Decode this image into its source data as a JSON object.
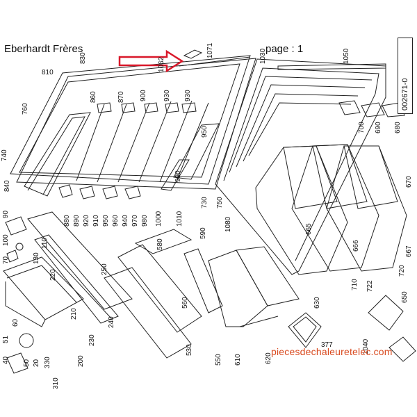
{
  "header": {
    "brand": "Eberhardt Frères",
    "page_label": "page : 1",
    "doc_number": "002671-0"
  },
  "watermark": "piecesdechaleuretelec.com",
  "colors": {
    "arrow": "#d9182a",
    "line": "#222222",
    "watermark": "#d94a1f"
  },
  "parts": {
    "p830": "830",
    "p810": "810",
    "p760": "760",
    "p740": "740",
    "p840": "840",
    "p1062": "1062",
    "p1071": "1071",
    "p1030": "1030",
    "p1050": "1050",
    "p860": "860",
    "p870": "870",
    "p900": "900",
    "p930a": "930",
    "p930b": "930",
    "p950": "950",
    "p990": "990",
    "p700": "700",
    "p690": "690",
    "p680": "680",
    "p670": "670",
    "p665": "665",
    "p666": "666",
    "p667": "667",
    "p720": "720",
    "p722": "722",
    "p710": "710",
    "p730": "730",
    "p750": "750",
    "p1080": "1080",
    "p880": "880",
    "p890": "890",
    "p920": "920",
    "p910": "910",
    "p950b": "950",
    "p960": "960",
    "p940": "940",
    "p970": "970",
    "p980": "980",
    "p1000": "1000",
    "p1010": "1010",
    "p90": "90",
    "p100": "100",
    "p110": "110",
    "p130": "130",
    "p70": "70",
    "p220": "220",
    "p250": "250",
    "p210": "210",
    "p240": "240",
    "p230": "230",
    "p200": "200",
    "p580": "580",
    "p590": "590",
    "p560": "560",
    "p530": "530",
    "p550": "550",
    "p610": "610",
    "p620": "620",
    "p630": "630",
    "p650": "650",
    "p377": "377",
    "p60": "60",
    "p51": "51",
    "p40": "40",
    "p50": "50",
    "p20": "20",
    "p330": "330",
    "p310": "310",
    "p1040": "1040"
  }
}
